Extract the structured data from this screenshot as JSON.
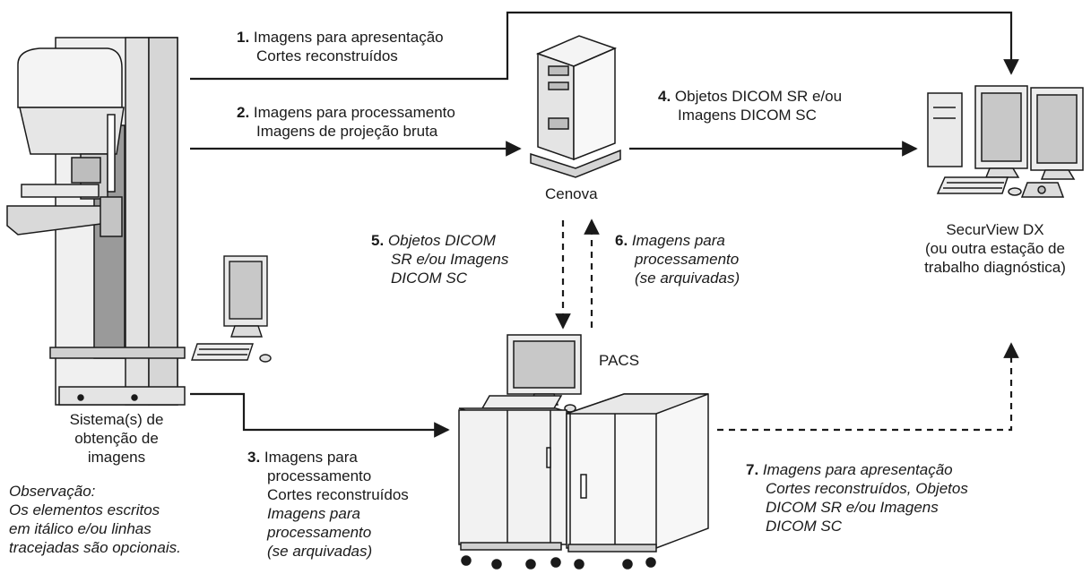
{
  "labels": {
    "acquisition": [
      "Sistema(s) de",
      "obtenção de",
      "imagens"
    ],
    "note": [
      "Observação:",
      "Os elementos escritos",
      "em itálico e/ou linhas",
      "tracejadas são opcionais."
    ],
    "cenova": "Cenova",
    "pacs": "PACS",
    "securview": [
      "SecurView DX",
      "(ou outra estação de",
      "trabalho diagnóstica)"
    ]
  },
  "flows": {
    "f1": {
      "num": "1.",
      "lines": [
        "Imagens para apresentação",
        "Cortes reconstruídos"
      ]
    },
    "f2": {
      "num": "2.",
      "lines": [
        "Imagens para processamento",
        "Imagens de projeção bruta"
      ]
    },
    "f3": {
      "num": "3.",
      "lines": [
        "Imagens para",
        "processamento",
        "Cortes reconstruídos"
      ],
      "optional_lines": [
        "Imagens para",
        "processamento",
        "(se arquivadas)"
      ]
    },
    "f4": {
      "num": "4.",
      "lines": [
        "Objetos DICOM SR e/ou",
        "Imagens DICOM SC"
      ]
    },
    "f5": {
      "num": "5.",
      "lines": [
        "Objetos DICOM",
        "SR e/ou Imagens",
        "DICOM SC"
      ]
    },
    "f6": {
      "num": "6.",
      "lines": [
        "Imagens para",
        "processamento",
        "(se arquivadas)"
      ]
    },
    "f7": {
      "num": "7.",
      "lines": [
        "Imagens para apresentação",
        "Cortes reconstruídos, Objetos",
        "DICOM SR e/ou Imagens",
        "DICOM SC"
      ]
    }
  },
  "colors": {
    "line": "#1a1a1a",
    "device_fill": "#f2f2f2",
    "device_dark": "#8c8c8c",
    "screen": "#c8c8c8"
  }
}
